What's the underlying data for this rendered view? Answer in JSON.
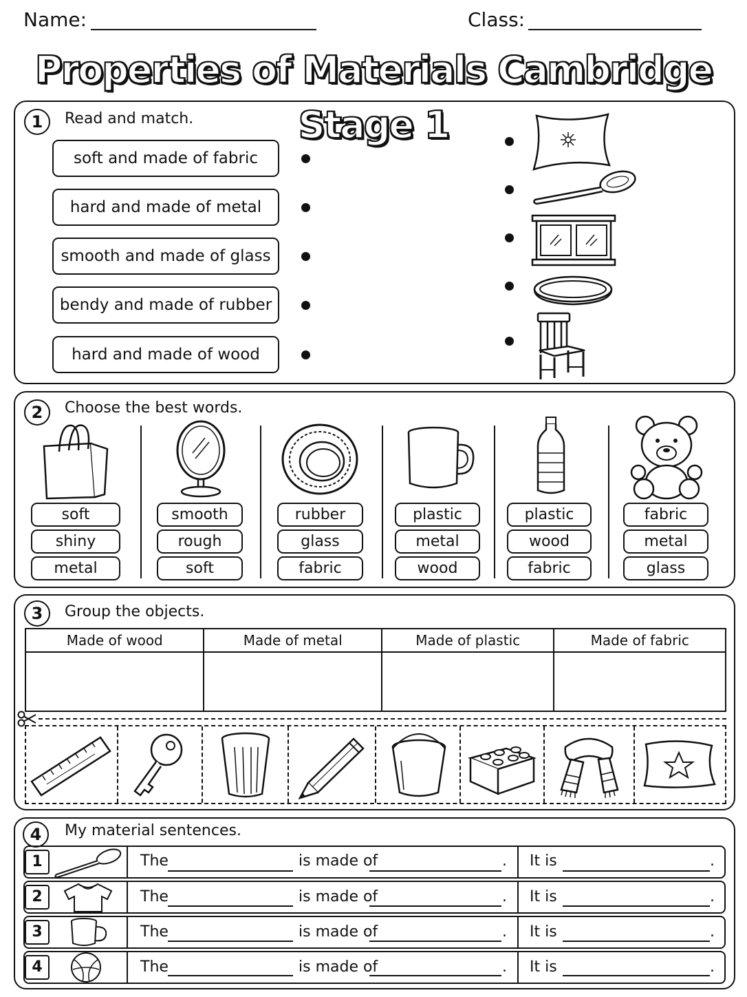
{
  "header": {
    "name_label": "Name:",
    "class_label": "Class:"
  },
  "title": "Properties of Materials Cambridge Stage 1",
  "section1": {
    "number": "1",
    "instruction": "Read and match.",
    "phrases": [
      "soft and made of fabric",
      "hard and made of metal",
      "smooth and made of glass",
      "bendy and made of rubber",
      "hard and made of wood"
    ],
    "pictures": [
      "pillow-icon",
      "spoon-icon",
      "window-icon",
      "rubber-band-icon",
      "chair-icon"
    ]
  },
  "section2": {
    "number": "2",
    "instruction": "Choose the best words.",
    "items": [
      {
        "icon": "bag-icon",
        "options": [
          "soft",
          "shiny",
          "metal"
        ]
      },
      {
        "icon": "mirror-icon",
        "options": [
          "smooth",
          "rough",
          "soft"
        ]
      },
      {
        "icon": "tyre-icon",
        "options": [
          "rubber",
          "glass",
          "fabric"
        ]
      },
      {
        "icon": "mug-icon",
        "options": [
          "plastic",
          "metal",
          "wood"
        ]
      },
      {
        "icon": "bottle-icon",
        "options": [
          "plastic",
          "wood",
          "fabric"
        ]
      },
      {
        "icon": "teddy-bear-icon",
        "options": [
          "fabric",
          "metal",
          "glass"
        ]
      }
    ]
  },
  "section3": {
    "number": "3",
    "instruction": "Group the objects.",
    "columns": [
      "Made of wood",
      "Made of metal",
      "Made of plastic",
      "Made of fabric"
    ],
    "cut_items": [
      "ruler-icon",
      "key-icon",
      "cup-icon",
      "pencil-icon",
      "bucket-icon",
      "building-block-icon",
      "scarf-icon",
      "cushion-icon"
    ]
  },
  "section4": {
    "number": "4",
    "instruction": "My material sentences.",
    "rows": [
      {
        "num": "1",
        "icon": "spoon-icon"
      },
      {
        "num": "2",
        "icon": "t-shirt-icon"
      },
      {
        "num": "3",
        "icon": "mug-icon"
      },
      {
        "num": "4",
        "icon": "ball-icon"
      }
    ],
    "the": "The",
    "made_of": "is made of",
    "it_is": "It is",
    "period": "."
  }
}
